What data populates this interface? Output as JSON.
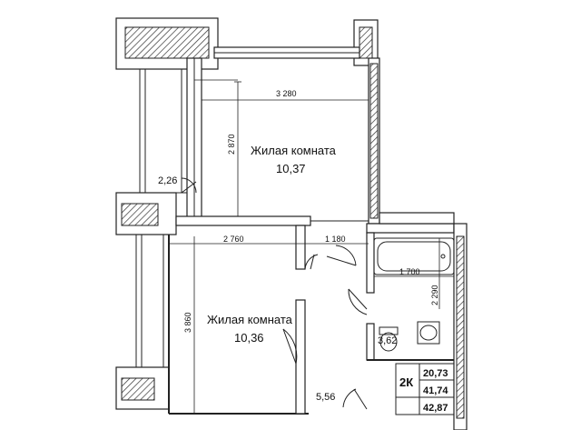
{
  "rooms": [
    {
      "id": "living-1",
      "name": "Жилая комната",
      "area": "10,37"
    },
    {
      "id": "living-2",
      "name": "Жилая комната",
      "area": "10,36"
    }
  ],
  "areas": {
    "balcony": "2,26",
    "bathroom": "3,62",
    "hallway": "5,56"
  },
  "dimensions": {
    "room1_width": "3 280",
    "room1_depth": "2 870",
    "room2_width": "2 760",
    "corridor_width": "1 180",
    "room2_depth": "3 860",
    "bath_width": "1 700",
    "bath_depth": "2 290"
  },
  "title_block": {
    "type": "2К",
    "living_area": "20,73",
    "total_area": "41,74",
    "total_with_balcony": "42,87"
  }
}
